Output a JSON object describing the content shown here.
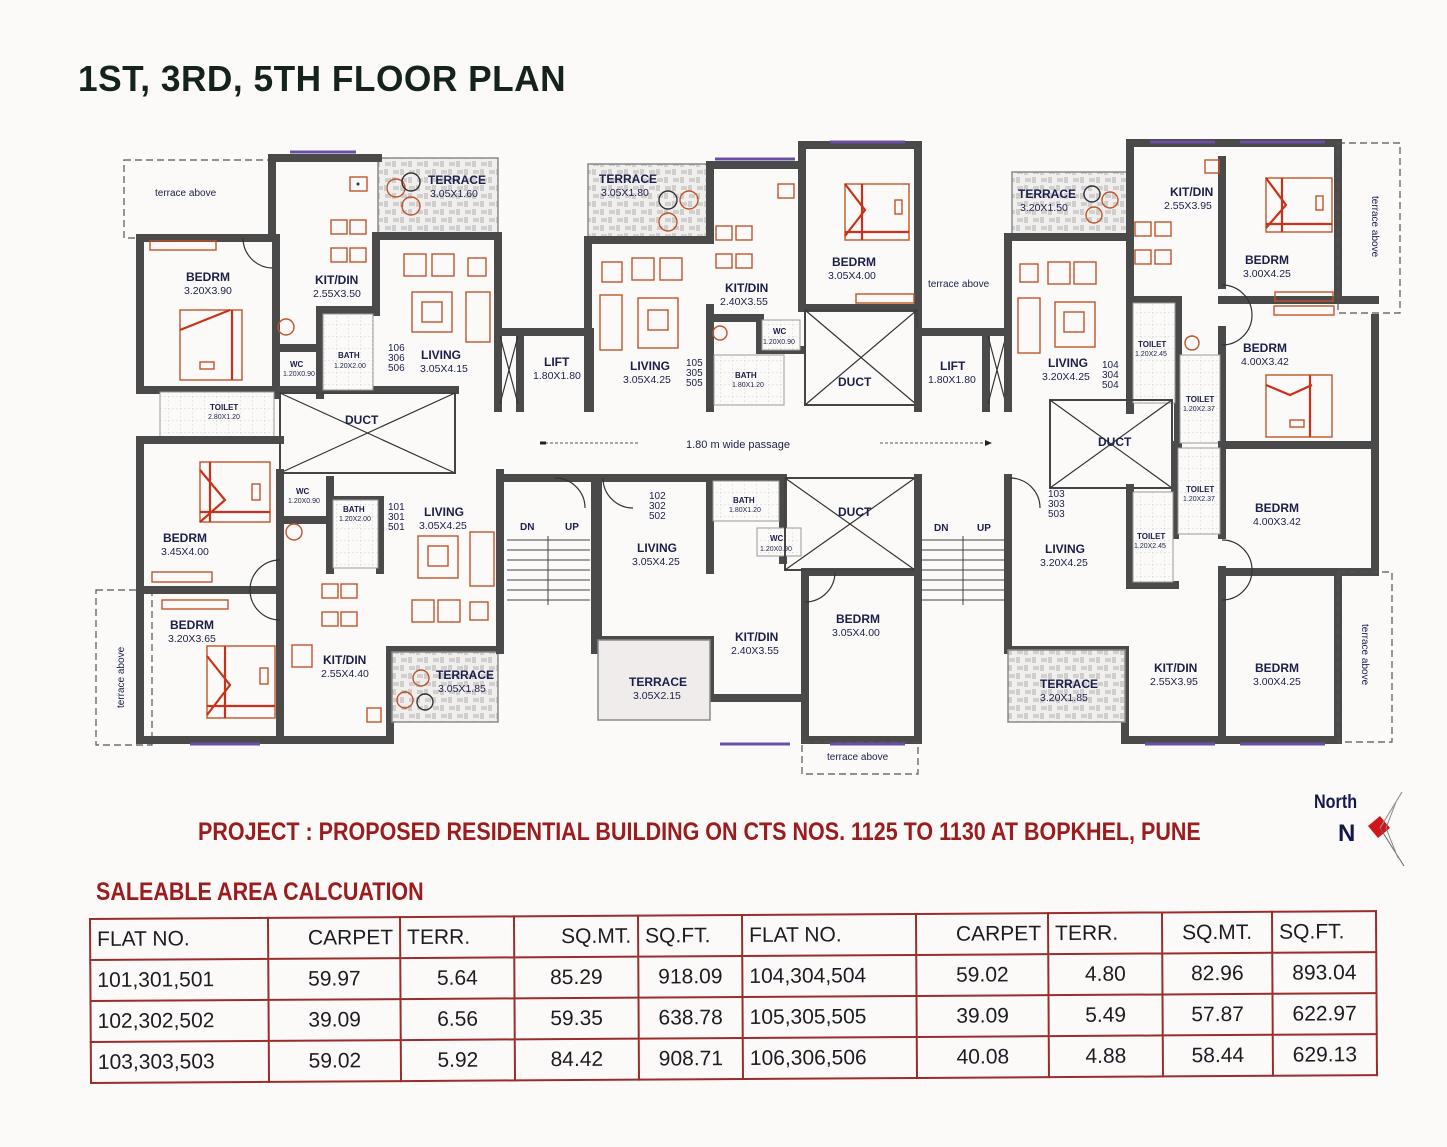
{
  "page_title": "1ST, 3RD, 5TH FLOOR PLAN",
  "floor_plan": {
    "passage_label": "1.80 m  wide  passage",
    "common": {
      "lift_left": {
        "name": "LIFT",
        "dim": "1.80X1.80"
      },
      "lift_right": {
        "name": "LIFT",
        "dim": "1.80X1.80"
      },
      "duct_left": "DUCT",
      "duct_mid_top": "DUCT",
      "duct_mid_bottom": "DUCT",
      "duct_right": "DUCT",
      "stair_left": {
        "dn": "DN",
        "up": "UP"
      },
      "stair_right": {
        "dn": "DN",
        "up": "UP"
      },
      "terrace_above": "terrace above"
    },
    "flats": {
      "flat_106": {
        "numbers": [
          "106",
          "306",
          "506"
        ],
        "rooms": {
          "terrace": {
            "name": "TERRACE",
            "dim": "3.05X1.60"
          },
          "bedroom": {
            "name": "BEDRM",
            "dim": "3.20X3.90"
          },
          "kitdin": {
            "name": "KIT/DIN",
            "dim": "2.55X3.50"
          },
          "living": {
            "name": "LIVING",
            "dim": "3.05X4.15"
          },
          "bath": {
            "name": "BATH",
            "dim": "1.20X2.00"
          },
          "wc": {
            "name": "WC",
            "dim": "1.20X0.90"
          },
          "toilet": {
            "name": "TOILET",
            "dim": "2.80X1.20"
          }
        }
      },
      "flat_101": {
        "numbers": [
          "101",
          "301",
          "501"
        ],
        "rooms": {
          "bedroom1": {
            "name": "BEDRM",
            "dim": "3.45X4.00"
          },
          "bedroom2": {
            "name": "BEDRM",
            "dim": "3.20X3.65"
          },
          "wc": {
            "name": "WC",
            "dim": "1.20X0.90"
          },
          "bath": {
            "name": "BATH",
            "dim": "1.20X2.00"
          },
          "living": {
            "name": "LIVING",
            "dim": "3.05X4.25"
          },
          "kitdin": {
            "name": "KIT/DIN",
            "dim": "2.55X4.40"
          },
          "terrace": {
            "name": "TERRACE",
            "dim": "3.05X1.85"
          }
        }
      },
      "flat_105": {
        "numbers": [
          "105",
          "305",
          "505"
        ],
        "rooms": {
          "terrace": {
            "name": "TERRACE",
            "dim": "3.05X1.80"
          },
          "kitdin": {
            "name": "KIT/DIN",
            "dim": "2.40X3.55"
          },
          "bedroom": {
            "name": "BEDRM",
            "dim": "3.05X4.00"
          },
          "living": {
            "name": "LIVING",
            "dim": "3.05X4.25"
          },
          "wc": {
            "name": "WC",
            "dim": "1.20X0.90"
          },
          "bath": {
            "name": "BATH",
            "dim": "1.80X1.20"
          }
        }
      },
      "flat_102": {
        "numbers": [
          "102",
          "302",
          "502"
        ],
        "rooms": {
          "living": {
            "name": "LIVING",
            "dim": "3.05X4.25"
          },
          "bath": {
            "name": "BATH",
            "dim": "1.80X1.20"
          },
          "wc": {
            "name": "WC",
            "dim": "1.20X0.90"
          },
          "kitdin": {
            "name": "KIT/DIN",
            "dim": "2.40X3.55"
          },
          "bedroom": {
            "name": "BEDRM",
            "dim": "3.05X4.00"
          },
          "terrace": {
            "name": "TERRACE",
            "dim": "3.05X2.15"
          }
        }
      },
      "flat_104": {
        "numbers": [
          "104",
          "304",
          "504"
        ],
        "rooms": {
          "terrace": {
            "name": "TERRACE",
            "dim": "3.20X1.50"
          },
          "kitdin": {
            "name": "KIT/DIN",
            "dim": "2.55X3.95"
          },
          "bedroom1": {
            "name": "BEDRM",
            "dim": "3.00X4.25"
          },
          "bedroom2": {
            "name": "BEDRM",
            "dim": "4.00X3.42"
          },
          "living": {
            "name": "LIVING",
            "dim": "3.20X4.25"
          },
          "toilet1": {
            "name": "TOILET",
            "dim": "1.20X2.45"
          },
          "toilet2": {
            "name": "TOILET",
            "dim": "1.20X2.37"
          }
        }
      },
      "flat_103": {
        "numbers": [
          "103",
          "303",
          "503"
        ],
        "rooms": {
          "toilet1": {
            "name": "TOILET",
            "dim": "1.20X2.37"
          },
          "toilet2": {
            "name": "TOILET",
            "dim": "1.20X2.45"
          },
          "bedroom1": {
            "name": "BEDRM",
            "dim": "4.00X3.42"
          },
          "living": {
            "name": "LIVING",
            "dim": "3.20X4.25"
          },
          "kitdin": {
            "name": "KIT/DIN",
            "dim": "2.55X3.95"
          },
          "bedroom2": {
            "name": "BEDRM",
            "dim": "3.00X4.25"
          },
          "terrace": {
            "name": "TERRACE",
            "dim": "3.20X1.85"
          }
        }
      }
    }
  },
  "project_line": "PROJECT : PROPOSED RESIDENTIAL BUILDING ON CTS NOS. 1125 TO 1130 AT BOPKHEL, PUNE",
  "compass": {
    "label": "North",
    "letter": "N"
  },
  "area_table": {
    "title": "SALEABLE AREA CALCUATION",
    "headers": [
      "FLAT NO.",
      "CARPET",
      "TERR.",
      "SQ.MT.",
      "SQ.FT.",
      "FLAT NO.",
      "CARPET",
      "TERR.",
      "SQ.MT.",
      "SQ.FT."
    ],
    "rows": [
      [
        "101,301,501",
        "59.97",
        "5.64",
        "85.29",
        "918.09",
        "104,304,504",
        "59.02",
        "4.80",
        "82.96",
        "893.04"
      ],
      [
        "102,302,502",
        "39.09",
        "6.56",
        "59.35",
        "638.78",
        "105,305,505",
        "39.09",
        "5.49",
        "57.87",
        "622.97"
      ],
      [
        "103,303,503",
        "59.02",
        "5.92",
        "84.42",
        "908.71",
        "106,306,506",
        "40.08",
        "4.88",
        "58.44",
        "629.13"
      ]
    ]
  },
  "colors": {
    "title_text": "#15241a",
    "project_text": "#9b1c1c",
    "table_border": "#9b2c2c",
    "label_text": "#1b1f4a",
    "furniture": "#c0542a",
    "wall": "#8a8a8a",
    "compass_red": "#d0161b"
  }
}
